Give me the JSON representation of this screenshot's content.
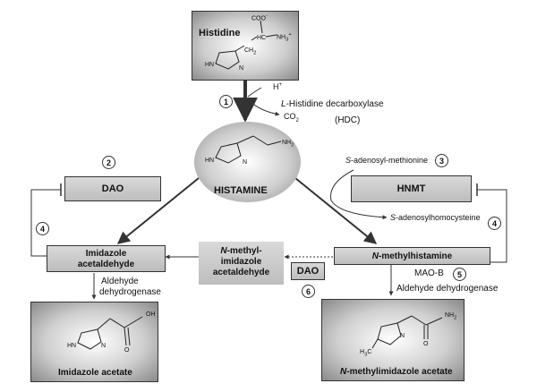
{
  "nodes": {
    "histidine": {
      "title": "Histidine",
      "coo": "COO",
      "coo_sup": "-",
      "hc": "HC",
      "nh3": "NH",
      "nh3_sub": "3",
      "nh3_sup": "+",
      "ch2": "CH",
      "ch2_sub": "2",
      "hn": "HN",
      "n": "N"
    },
    "histamine": {
      "title": "HISTAMINE",
      "nh2": "NH",
      "nh2_sub": "2",
      "hn": "HN",
      "n": "N"
    },
    "dao_top": {
      "label": "DAO"
    },
    "hnmt": {
      "label": "HNMT"
    },
    "imidazole_acetaldehyde": {
      "line1": "Imidazole",
      "line2": "acetaldehyde"
    },
    "n_methylimidazole_acetaldehyde": {
      "line1_prefix": "N",
      "line1_rest": "-methyl-",
      "line2": "imidazole",
      "line3": "acetaldehyde"
    },
    "n_methylhistamine": {
      "prefix": "N",
      "rest": "-methylhistamine"
    },
    "dao_mid": {
      "label": "DAO"
    },
    "imidazole_acetate": {
      "title": "Imidazole acetate",
      "oh": "OH",
      "o": "O",
      "hn": "HN",
      "n": "N"
    },
    "n_methylimidazole_acetate": {
      "title_prefix": "N",
      "title_rest": "-methylimidazole acetate",
      "nh2": "NH",
      "nh2_sub": "2",
      "o": "O",
      "h3c": "H",
      "h3c_sub": "3",
      "h3c_end": "C",
      "n": "N"
    }
  },
  "annotations": {
    "step1_hplus": "H",
    "step1_hplus_sup": "+",
    "step1_enzyme_prefix": "L",
    "step1_enzyme_rest": "-Histidine decarboxylase",
    "step1_co2": "CO",
    "step1_co2_sub": "2",
    "step1_hdc": "(HDC)",
    "sam_prefix": "S",
    "sam_rest": "-adenosyl-methionine",
    "sah_prefix": "S",
    "sah_rest": "-adenosylhomocysteine",
    "aldehyde_dh_left_1": "Aldehyde",
    "aldehyde_dh_left_2": "dehydrogenase",
    "maob": "MAO-B",
    "aldehyde_dh_right": "Aldehyde dehydrogenase"
  },
  "steps": [
    "1",
    "2",
    "3",
    "4",
    "4",
    "5",
    "6"
  ],
  "colors": {
    "box_gray": "#c8c8c8",
    "arrow": "#333333"
  }
}
